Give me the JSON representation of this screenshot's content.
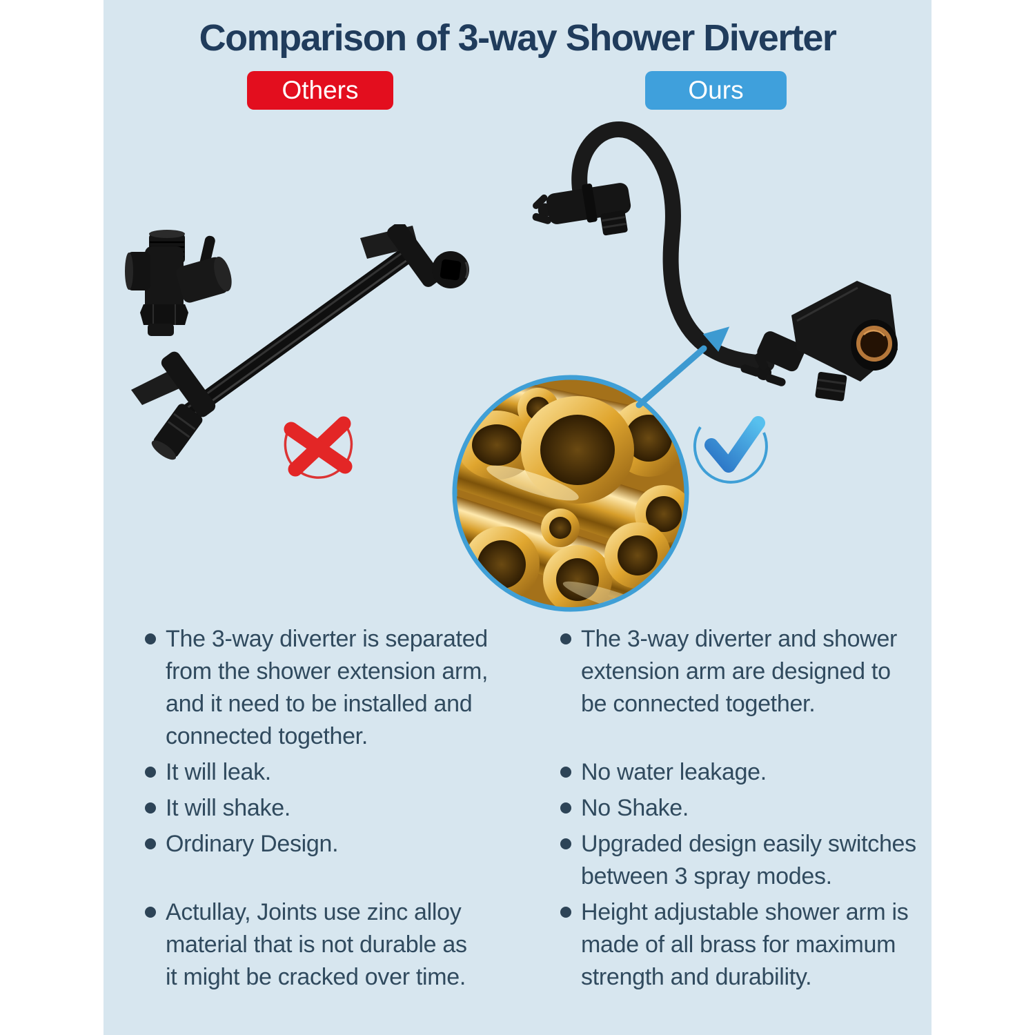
{
  "page": {
    "title": "Comparison of 3-way Shower Diverter",
    "title_color": "#203c5c",
    "panel_background": "#d7e6ef",
    "outer_background": "#ffffff"
  },
  "comparison": {
    "others": {
      "label": "Others",
      "badge_color": "#e30e1e",
      "verdict_icon": "cross-icon",
      "bullets": [
        {
          "lines": [
            "The 3-way diverter is separated",
            "from the shower extension arm,",
            "and it need to be installed and",
            "connected together."
          ]
        },
        {
          "lines": [
            "It will leak."
          ]
        },
        {
          "lines": [
            "It will shake."
          ]
        },
        {
          "lines": [
            "Ordinary Design."
          ]
        },
        {
          "lines": [
            "Actullay, Joints use zinc alloy",
            "material that is not durable as",
            "it might be cracked over time."
          ]
        }
      ]
    },
    "ours": {
      "label": "Ours",
      "badge_color": "#3fa0dc",
      "verdict_icon": "check-icon",
      "bullets": [
        {
          "lines": [
            "The 3-way diverter and shower",
            "extension arm are designed to",
            "be connected together."
          ]
        },
        {
          "lines": [
            "No water leakage."
          ]
        },
        {
          "lines": [
            "No Shake."
          ]
        },
        {
          "lines": [
            "Upgraded design easily switches",
            "between 3 spray modes."
          ]
        },
        {
          "lines": [
            "Height adjustable shower arm is",
            "made of all brass for maximum",
            "strength and durability."
          ]
        }
      ]
    }
  },
  "graphics": {
    "left_image": "separated 3-way diverter and shower extension arm, matte black",
    "right_image": "one-piece gooseneck shower extension arm with 3-way diverter, matte black",
    "inset_image": "polished brass pipes close-up in circular callout",
    "arrow": "blue arrow from brass inset to gooseneck arm"
  },
  "colors": {
    "text": "#304a5e",
    "cross_red": "#e32626",
    "check_blue": "#3f9fd6",
    "accent_blue": "#3d9ad1",
    "brass_gold": "#e0a62f",
    "product_black": "#141414"
  }
}
